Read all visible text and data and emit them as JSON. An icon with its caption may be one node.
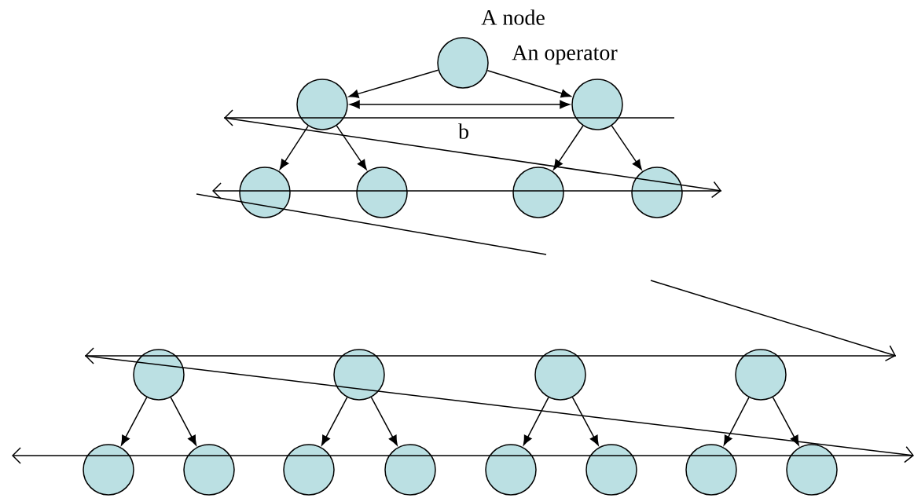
{
  "diagram": {
    "nodes": [
      {
        "text": [],
        "shape": "circle",
        "beside": [
          "A node"
        ]
      },
      {
        "text": [],
        "shape": "circle"
      },
      {
        "text": [],
        "shape": "circle"
      },
      {
        "text": [],
        "shape": "circle"
      },
      {
        "text": [],
        "shape": "circle"
      },
      {
        "text": [],
        "shape": "circle"
      },
      {
        "text": [],
        "shape": "circle"
      },
      {
        "text": [],
        "shape": "circle"
      },
      {
        "text": [],
        "shape": "circle"
      },
      {
        "text": [],
        "shape": "circle"
      },
      {
        "text": [],
        "shape": "circle"
      },
      {
        "text": [],
        "shape": "circle"
      },
      {
        "text": [],
        "shape": "circle"
      },
      {
        "text": [],
        "shape": "circle"
      },
      {
        "text": [],
        "shape": "circle"
      },
      {
        "text": [],
        "shape": "circle"
      },
      {
        "text": [],
        "shape": "circle"
      },
      {
        "text": [],
        "shape": "circle"
      },
      {
        "text": [],
        "shape": "circle"
      }
    ],
    "edges": [
      {
        "from": 0,
        "to": 1,
        "arrow": "to"
      },
      {
        "from": 0,
        "to": 2,
        "arrow": "to"
      },
      {
        "from": 1,
        "to": 2,
        "arrow": "both"
      },
      {
        "from": 1,
        "to": 3,
        "arrow": "to"
      },
      {
        "from": 1,
        "to": 4,
        "arrow": "to"
      },
      {
        "from": 2,
        "to": 5,
        "arrow": "to"
      },
      {
        "from": 2,
        "to": 6,
        "arrow": "to"
      },
      {
        "from": 7,
        "to": 11,
        "arrow": "to"
      },
      {
        "from": 7,
        "to": 12,
        "arrow": "to"
      },
      {
        "from": 8,
        "to": 13,
        "arrow": "to"
      },
      {
        "from": 8,
        "to": 14,
        "arrow": "to"
      },
      {
        "from": 9,
        "to": 15,
        "arrow": "to"
      },
      {
        "from": 9,
        "to": 16,
        "arrow": "to"
      },
      {
        "from": 10,
        "to": 17,
        "arrow": "to"
      },
      {
        "from": 10,
        "to": 18,
        "arrow": "to"
      }
    ],
    "labels": [
      "An operator",
      "b"
    ]
  }
}
